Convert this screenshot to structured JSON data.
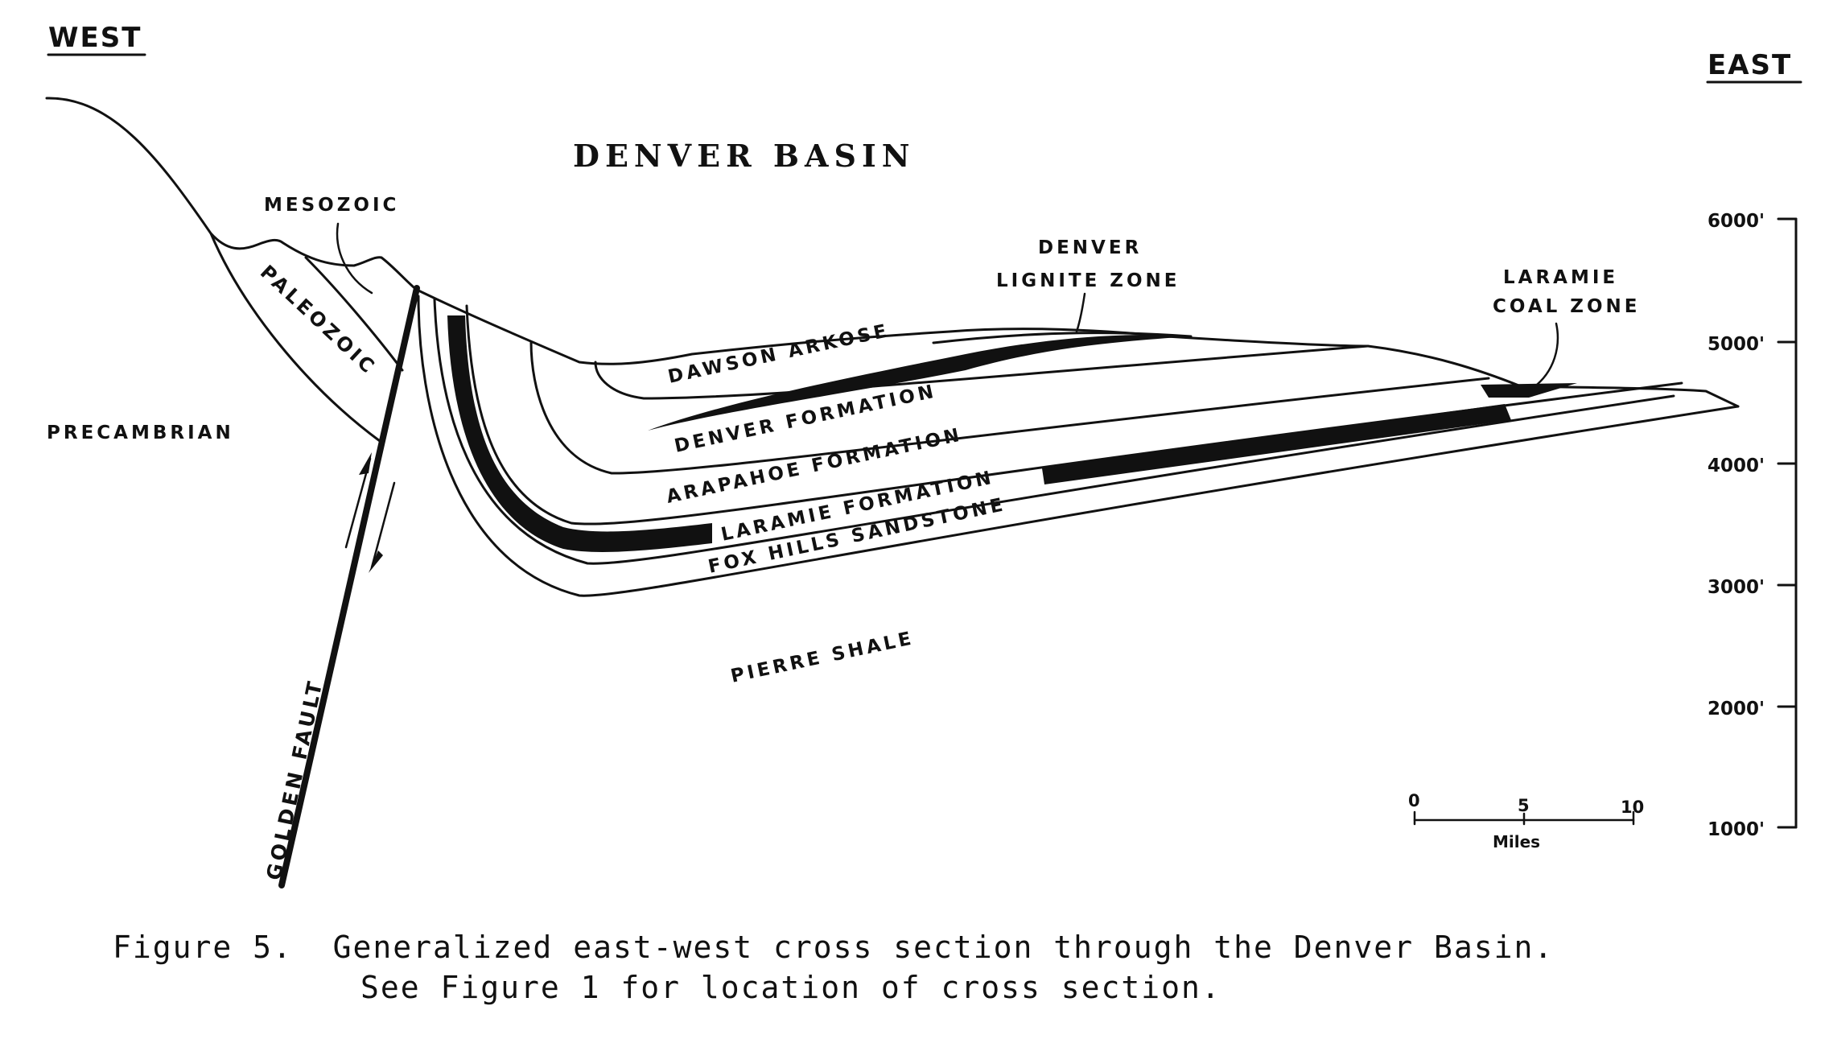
{
  "directions": {
    "west": "WEST",
    "east": "EAST"
  },
  "title": "DENVER BASIN",
  "units": {
    "mesozoic": "MESOZOIC",
    "paleozoic": "PALEOZOIC",
    "precambrian": "PRECAMBRIAN",
    "dawson_arkose": "DAWSON ARKOSE",
    "denver_formation": "DENVER FORMATION",
    "arapahoe_formation": "ARAPAHOE FORMATION",
    "laramie_formation": "LARAMIE FORMATION",
    "fox_hills_sandstone": "FOX HILLS SANDSTONE",
    "pierre_shale": "PIERRE SHALE"
  },
  "zones": {
    "denver_lignite_line1": "DENVER",
    "denver_lignite_line2": "LIGNITE ZONE",
    "laramie_coal_line1": "LARAMIE",
    "laramie_coal_line2": "COAL ZONE"
  },
  "fault": "GOLDEN FAULT",
  "elevation_scale": {
    "ticks": [
      "6000'",
      "5000'",
      "4000'",
      "3000'",
      "2000'",
      "1000'"
    ]
  },
  "map_scale": {
    "ticks": [
      "0",
      "5",
      "10"
    ],
    "unit": "Miles"
  },
  "caption": {
    "line1": "Figure 5.  Generalized east-west cross section through the Denver Basin.",
    "line2": "See Figure 1 for location of cross section."
  }
}
